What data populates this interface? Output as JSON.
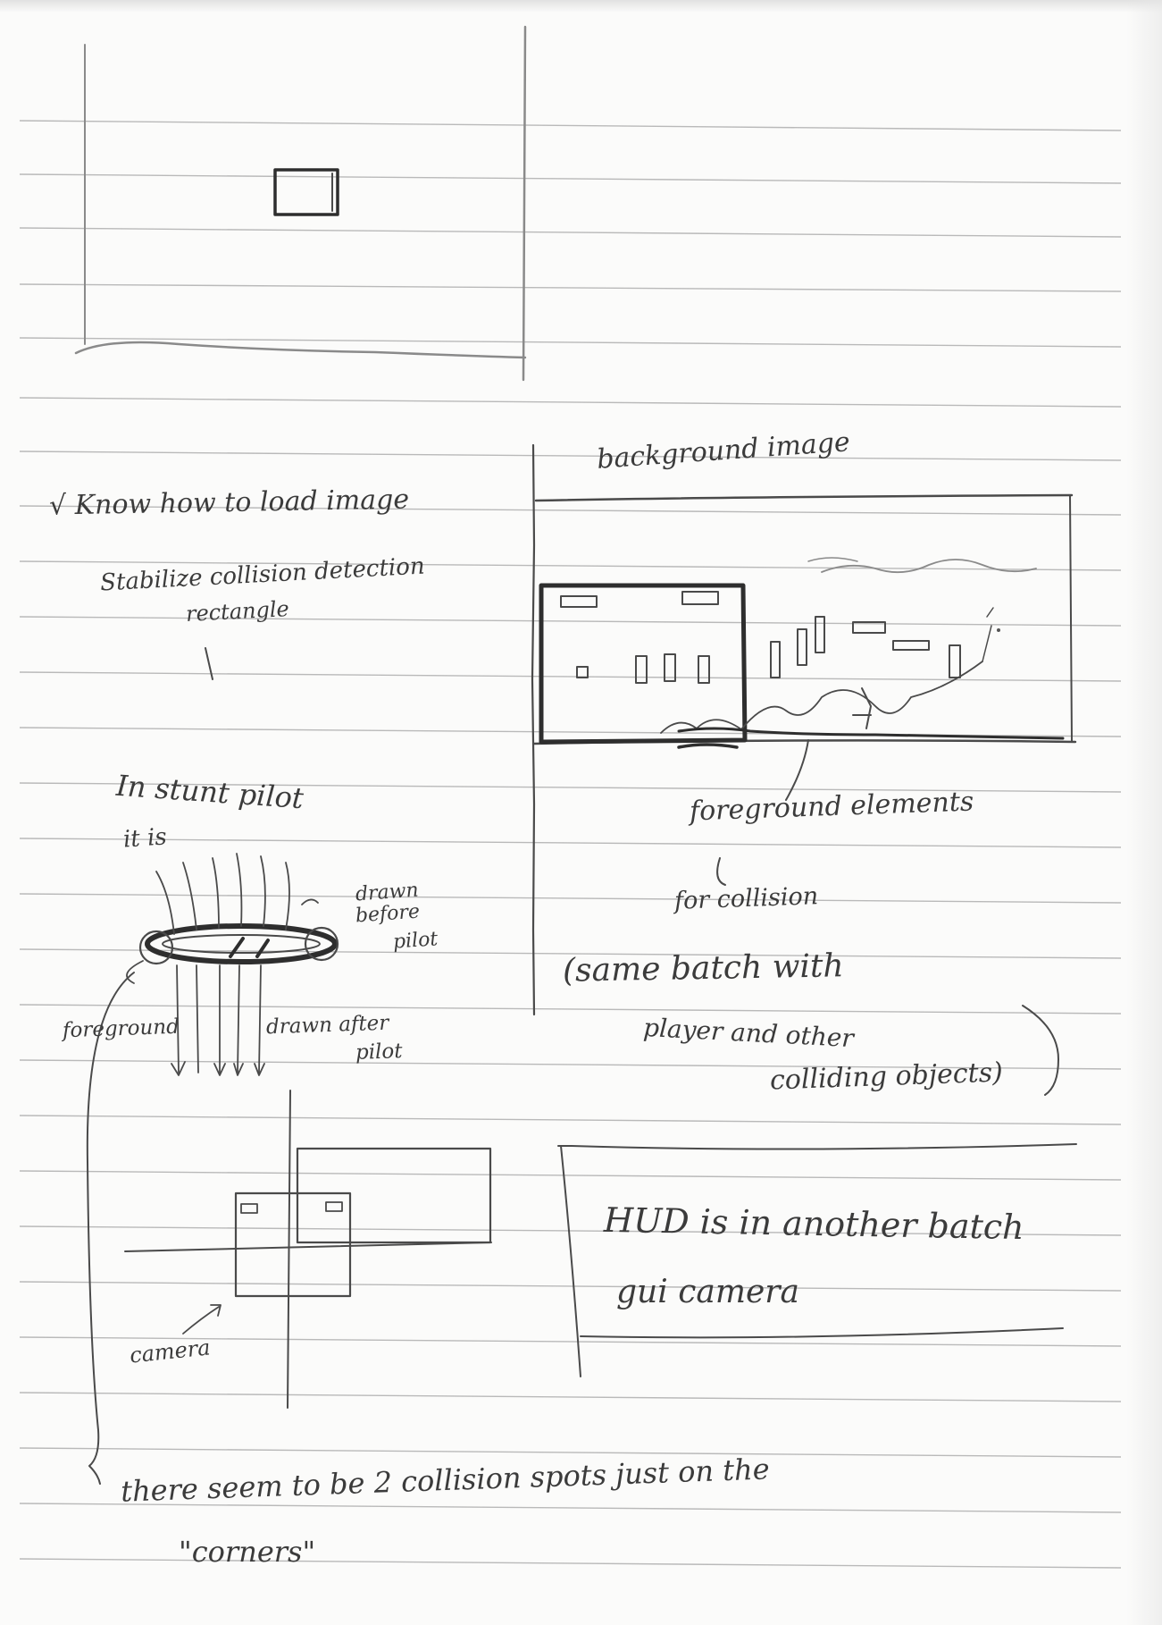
{
  "notes": {
    "load_image": "√ Know how to load image",
    "stabilize_line1": "Stabilize collision detection",
    "stabilize_line2": "rectangle",
    "stunt_pilot": "In stunt pilot",
    "it_is": "it is",
    "background_image": "background image",
    "foreground_elements": "foreground elements",
    "for_collision": "for collision",
    "same_batch_line1": "(same batch with",
    "same_batch_line2": "player and other",
    "same_batch_line3": "colliding objects)",
    "drawn_before_line1": "drawn",
    "drawn_before_line2": "before",
    "drawn_before_line3": "pilot",
    "foreground": "foreground",
    "drawn_after_line1": "drawn after",
    "drawn_after_line2": "pilot",
    "hud_line1": "HUD is in another batch",
    "hud_line2": "gui camera",
    "camera": "camera",
    "collision_spots_line1": "there seem to be 2 collision spots just on the",
    "collision_spots_line2": "\"corners\""
  }
}
